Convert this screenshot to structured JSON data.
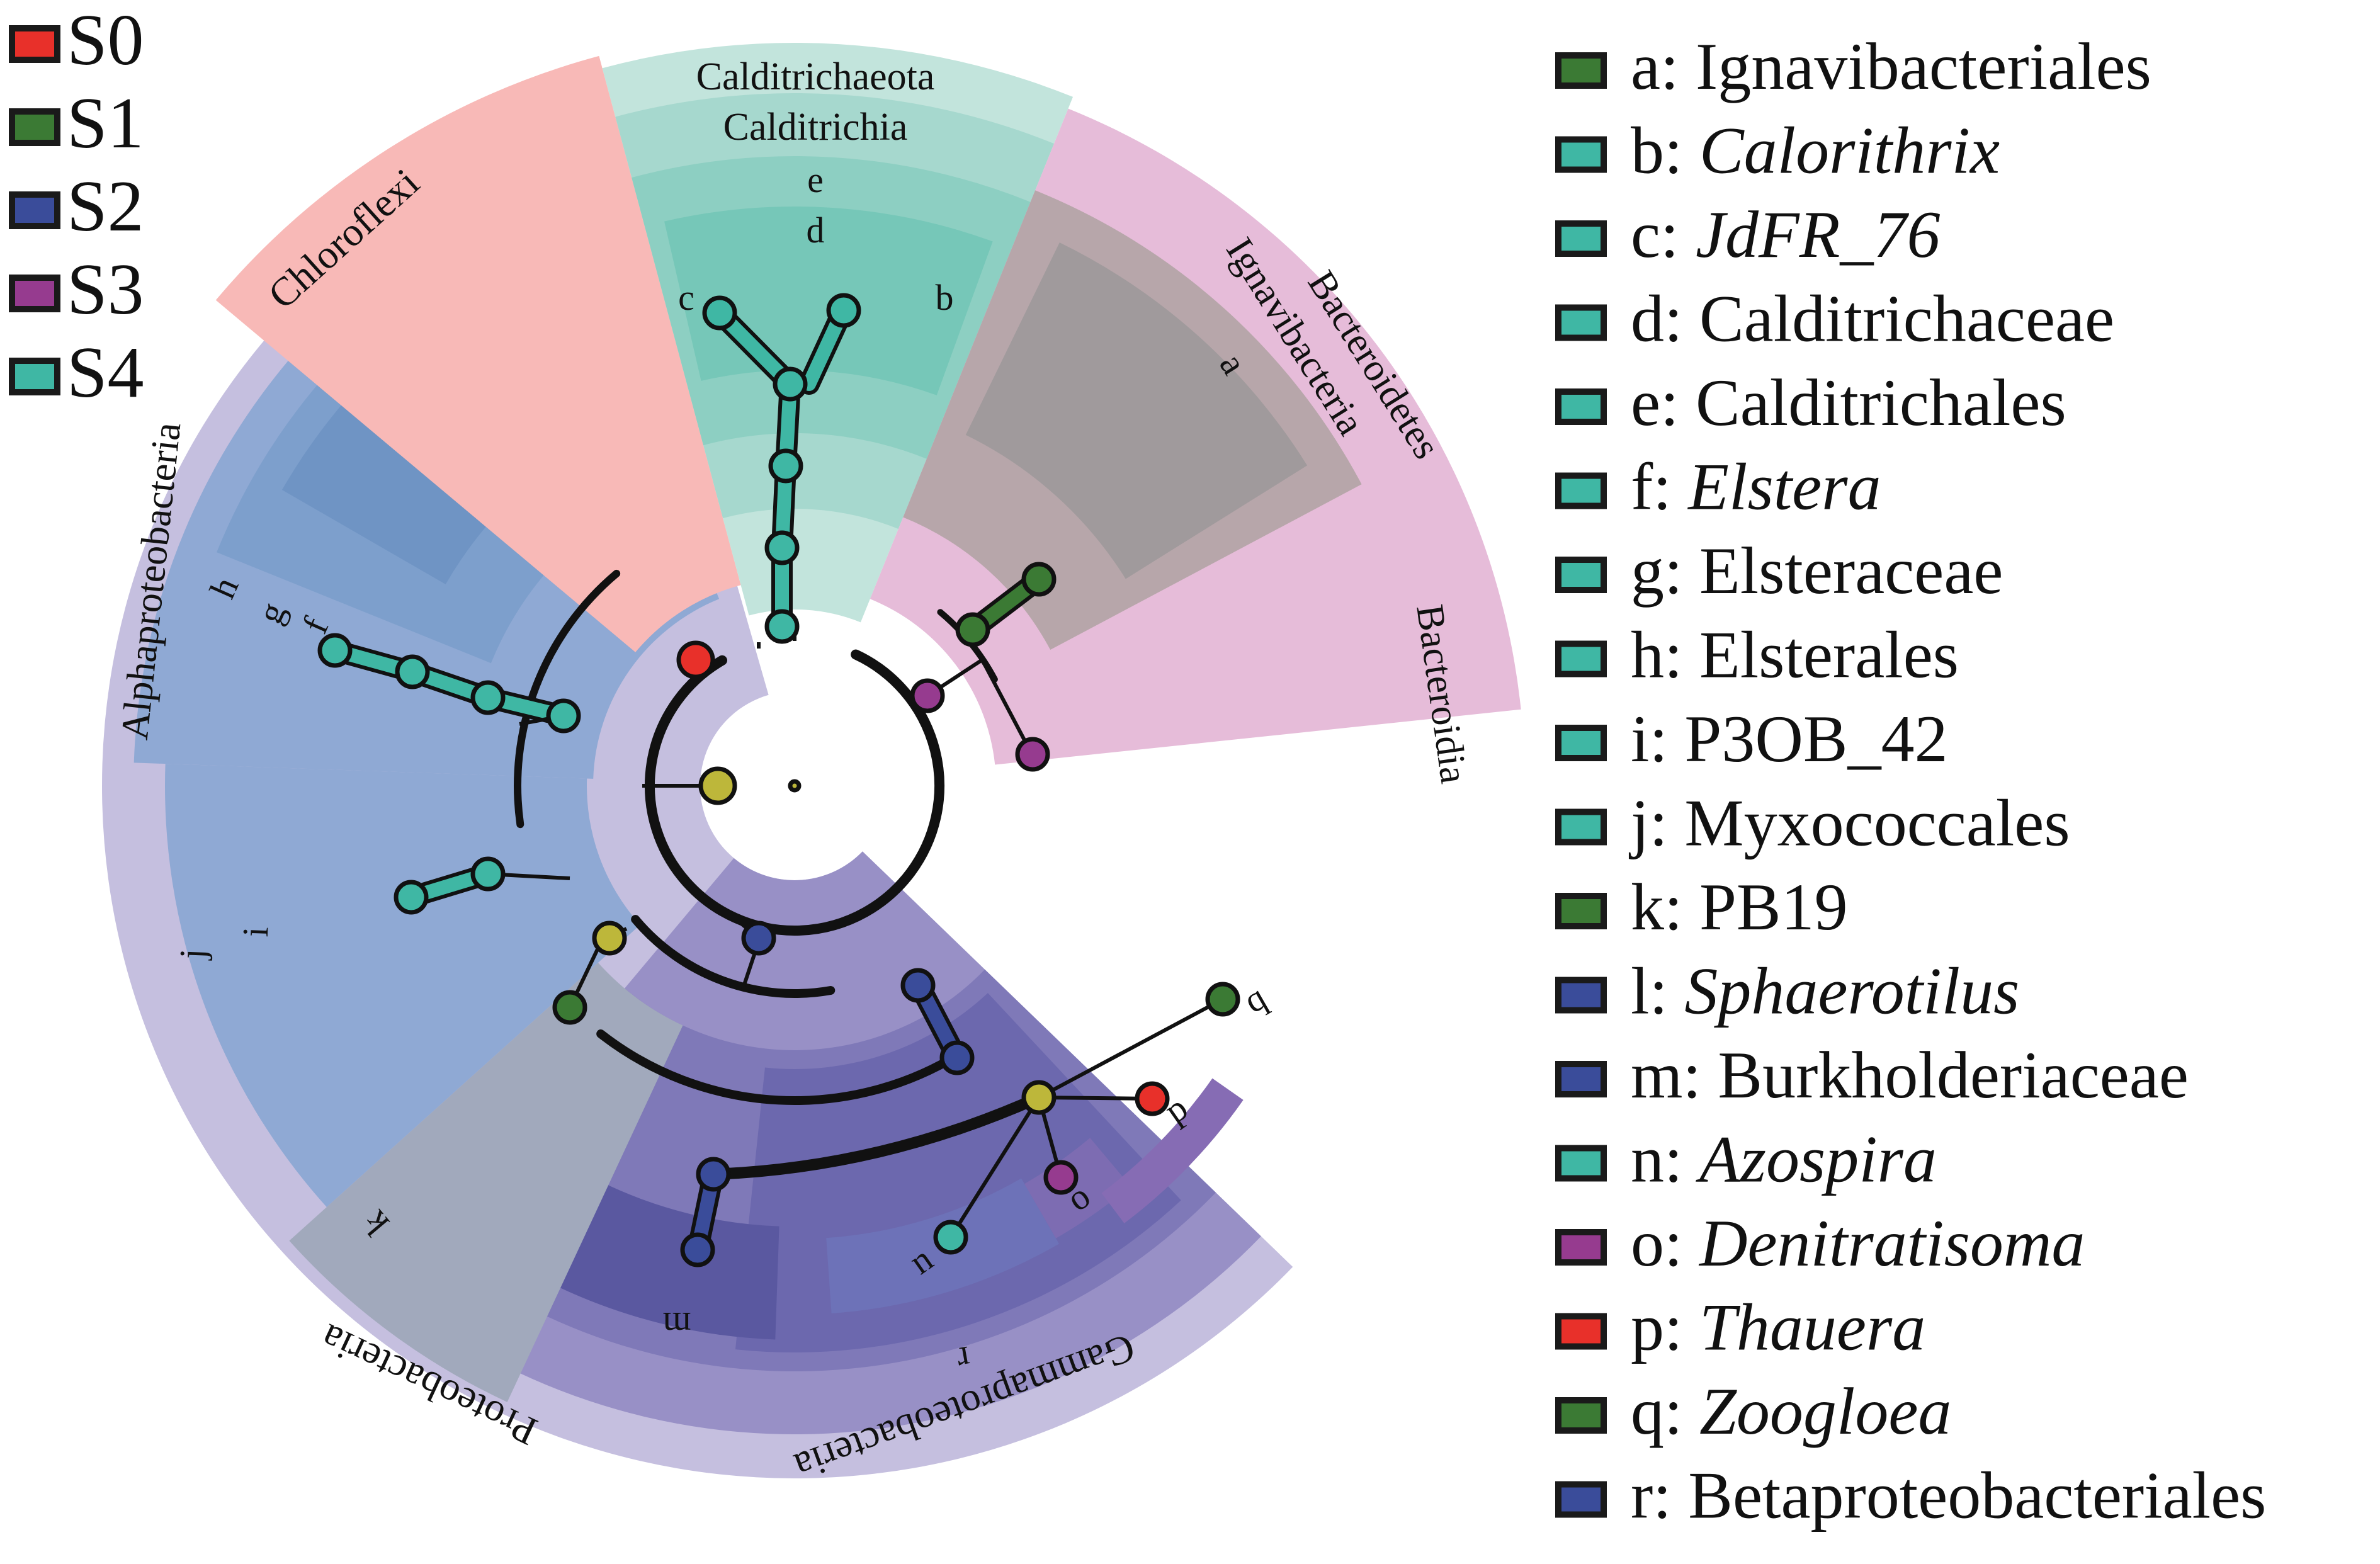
{
  "colors": {
    "S0": "#e8302a",
    "S1": "#3b7a34",
    "S2": "#3a4c9a",
    "S3": "#963b8f",
    "S4": "#3fb7a4",
    "root": "#bdb73a",
    "branch": "#111111"
  },
  "groups_legend": [
    {
      "label": "S0",
      "color": "#e8302a"
    },
    {
      "label": "S1",
      "color": "#3b7a34"
    },
    {
      "label": "S2",
      "color": "#3a4c9a"
    },
    {
      "label": "S3",
      "color": "#963b8f"
    },
    {
      "label": "S4",
      "color": "#3fb7a4"
    }
  ],
  "taxa_legend": [
    {
      "key": "a:",
      "name": "Ignavibacteriales",
      "italic": false,
      "color": "#3b7a34"
    },
    {
      "key": "b:",
      "name": "Calorithrix",
      "italic": true,
      "color": "#3fb7a4"
    },
    {
      "key": "c:",
      "name": "JdFR_76",
      "italic": true,
      "color": "#3fb7a4"
    },
    {
      "key": "d:",
      "name": "Calditrichaceae",
      "italic": false,
      "color": "#3fb7a4"
    },
    {
      "key": "e:",
      "name": "Calditrichales",
      "italic": false,
      "color": "#3fb7a4"
    },
    {
      "key": "f:",
      "name": "Elstera",
      "italic": true,
      "color": "#3fb7a4"
    },
    {
      "key": "g:",
      "name": "Elsteraceae",
      "italic": false,
      "color": "#3fb7a4"
    },
    {
      "key": "h:",
      "name": "Elsterales",
      "italic": false,
      "color": "#3fb7a4"
    },
    {
      "key": "i:",
      "name": "P3OB_42",
      "italic": false,
      "color": "#3fb7a4"
    },
    {
      "key": "j:",
      "name": "Myxococcales",
      "italic": false,
      "color": "#3fb7a4"
    },
    {
      "key": "k:",
      "name": "PB19",
      "italic": false,
      "color": "#3b7a34"
    },
    {
      "key": "l:",
      "name": "Sphaerotilus",
      "italic": true,
      "color": "#3a4c9a"
    },
    {
      "key": "m:",
      "name": "Burkholderiaceae",
      "italic": false,
      "color": "#3a4c9a"
    },
    {
      "key": "n:",
      "name": "Azospira",
      "italic": true,
      "color": "#3fb7a4"
    },
    {
      "key": "o:",
      "name": "Denitratisoma",
      "italic": true,
      "color": "#963b8f"
    },
    {
      "key": "p:",
      "name": "Thauera",
      "italic": true,
      "color": "#e8302a"
    },
    {
      "key": "q:",
      "name": "Zoogloea",
      "italic": true,
      "color": "#3b7a34"
    },
    {
      "key": "r:",
      "name": "Betaproteobacteriales",
      "italic": false,
      "color": "#3a4c9a"
    }
  ],
  "sectors": {
    "calditrichaeota": "Calditrichaeota",
    "calditrichia": "Calditrichia",
    "chloroflexi": "Chloroflexi",
    "bacteroidetes": "Bacteroidetes",
    "ignavibacteria": "Ignavibacteria",
    "bacteroidia": "Bacteroidia",
    "alphaproteobacteria": "Alphaproteobacteria",
    "proteobacteria": "Proteobacteria",
    "gammaproteobacteria": "Gammaproteobacteria"
  },
  "clade_letters": {
    "a": "a",
    "b": "b",
    "c": "c",
    "d": "d",
    "e": "e",
    "f": "f",
    "g": "g",
    "h": "h",
    "i": "i",
    "j": "j",
    "k": "k",
    "m": "m",
    "n": "n",
    "o": "o",
    "p": "p",
    "q": "q",
    "r": "r"
  }
}
